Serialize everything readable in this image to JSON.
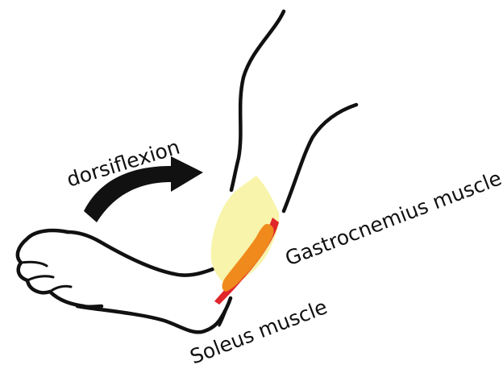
{
  "labels": {
    "motion": "dorsiflexion",
    "gastrocnemius": "Gastrocnemius muscle",
    "soleus": "Soleus muscle"
  },
  "colors": {
    "outline": "#111111",
    "arrow": "#111111",
    "gastrocnemius_fill": "#f7f3a2",
    "soleus_fill": "#f08a1c",
    "soleus_edge": "#e0262a",
    "text": "#111111"
  },
  "icons": {
    "motion_arrow": "curved-arrow-right-icon"
  }
}
